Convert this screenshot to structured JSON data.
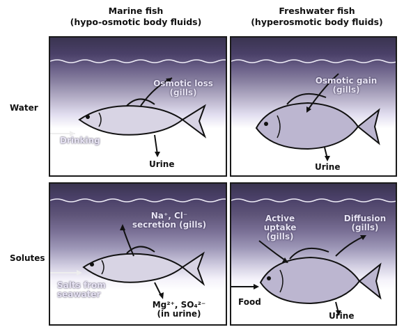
{
  "columns": {
    "marine": {
      "title": "Marine fish",
      "subtitle": "(hypo-osmotic body fluids)"
    },
    "freshwater": {
      "title": "Freshwater fish",
      "subtitle": "(hyperosmotic body fluids)"
    }
  },
  "rows": {
    "water": "Water",
    "solutes": "Solutes"
  },
  "panels": {
    "marine_water": {
      "osmotic_loss_1": "Osmotic loss",
      "osmotic_loss_2": "(gills)",
      "drinking": "Drinking",
      "urine": "Urine"
    },
    "fresh_water": {
      "osmotic_gain_1": "Osmotic gain",
      "osmotic_gain_2": "(gills)",
      "urine": "Urine"
    },
    "marine_solutes": {
      "secretion_1": "Na⁺, Cl⁻",
      "secretion_2": "secretion (gills)",
      "salts_1": "Salts from",
      "salts_2": "seawater",
      "ions": "Mg²⁺, SO₄²⁻",
      "ions_sub": "(in urine)"
    },
    "fresh_solutes": {
      "active_1": "Active",
      "active_2": "uptake",
      "active_3": "(gills)",
      "diffusion_1": "Diffusion",
      "diffusion_2": "(gills)",
      "food": "Food",
      "urine": "Urine"
    }
  },
  "colors": {
    "water_dark": "#3a3450",
    "fish_outline": "#111111",
    "fish_fill": "#d8d4e4"
  }
}
